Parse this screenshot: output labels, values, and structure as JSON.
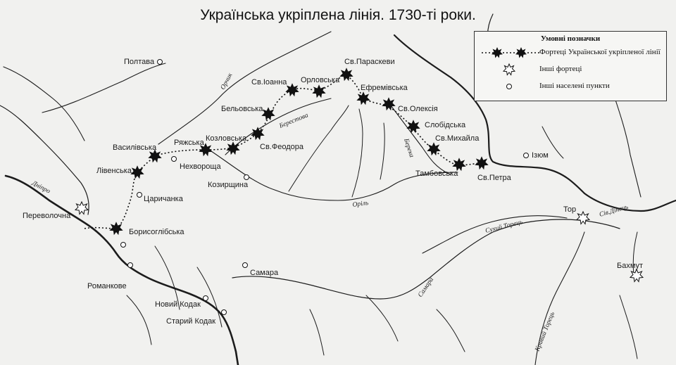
{
  "title": "Українська укріплена лінія. 1730-ті роки.",
  "legend": {
    "title": "Умовні позначки",
    "items": [
      {
        "label": "Фортеці Української укріпленої лінії",
        "icon": "black-star-fortress-icon"
      },
      {
        "label": "Інші фортеці",
        "icon": "white-star-fortress-icon"
      },
      {
        "label": "Інші населені пункти",
        "icon": "circle-settlement-icon"
      }
    ]
  },
  "fortresses_line": [
    "Борисоглібська",
    "Лівенська",
    "Василівська",
    "Ряжська",
    "Козловська",
    "Св.Феодора",
    "Бельовська",
    "Св.Іоанна",
    "Орловська",
    "Св.Параскеви",
    "Ефремівська",
    "Св.Олексія",
    "Слобідська",
    "Св.Михайла",
    "Тамбовська",
    "Св.Петра"
  ],
  "other_fortresses": [
    "Переволочна",
    "Тор",
    "Бахмут"
  ],
  "settlements": [
    "Полтава",
    "Нехвороща",
    "Козирщина",
    "Царичанка",
    "Ізюм",
    "Самара",
    "Романкове",
    "Новий Кодак",
    "Старий Кодак"
  ],
  "rivers": [
    "Дніпро",
    "Орчик",
    "Берестова",
    "Оріль",
    "Берека",
    "Сів.Дінець",
    "Сухий Торець",
    "Самара",
    "Кривий Торець"
  ],
  "colors": {
    "ink": "#1a1a1a",
    "paper": "#f1f1ef"
  }
}
